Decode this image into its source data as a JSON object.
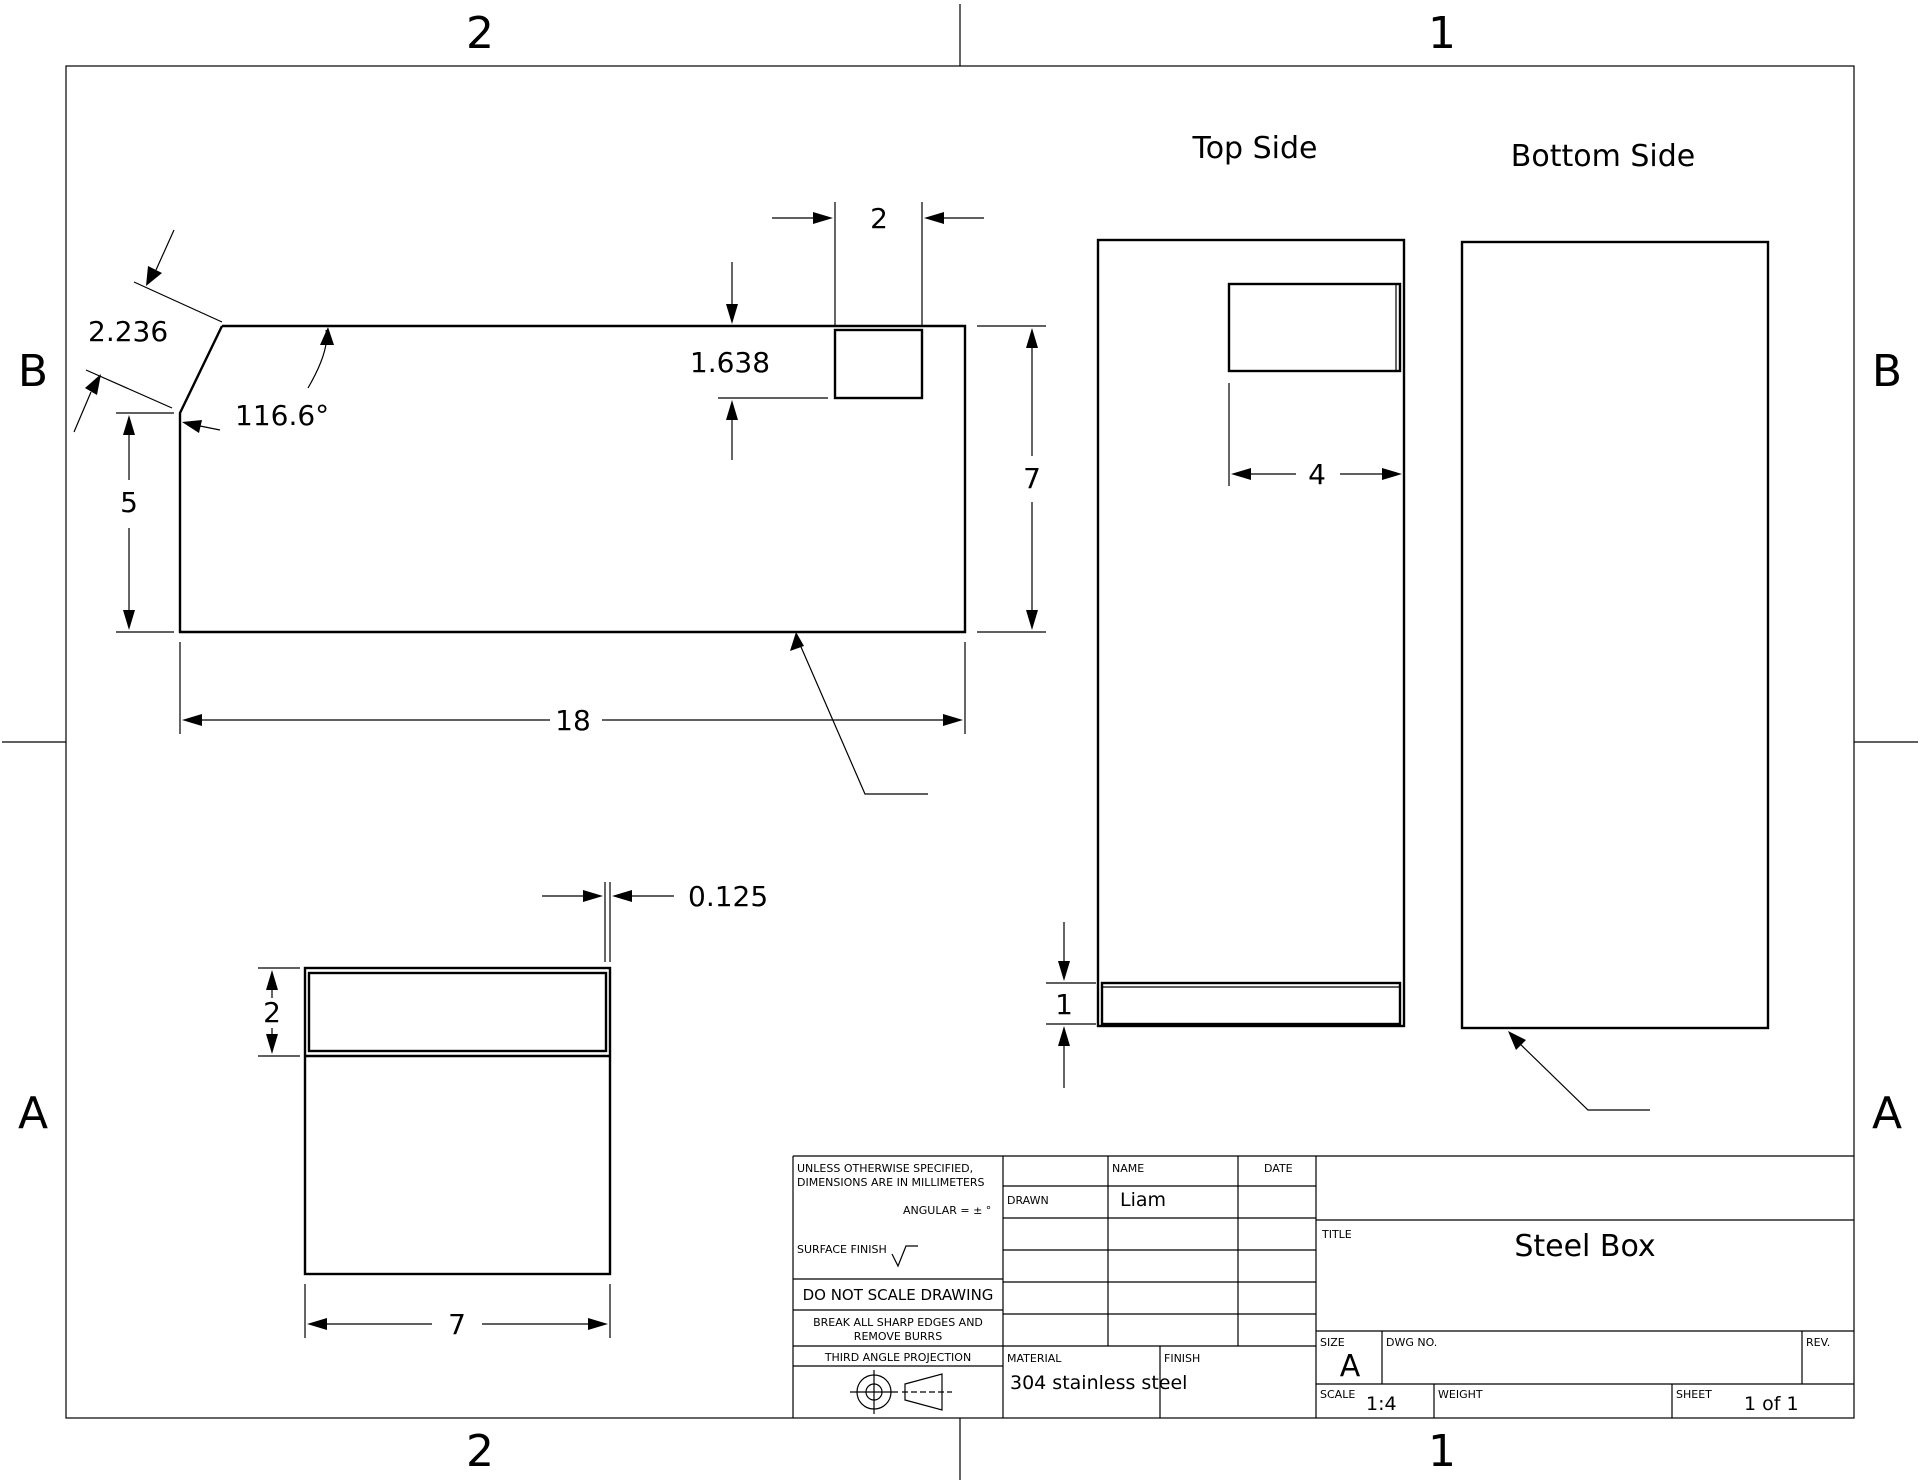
{
  "zones": {
    "top_left": "2",
    "top_right": "1",
    "bottom_left": "2",
    "bottom_right": "1",
    "left_upper": "B",
    "left_lower": "A",
    "right_upper": "B",
    "right_lower": "A"
  },
  "views": {
    "top_side": "Top Side",
    "bottom_side": "Bottom Side"
  },
  "dimensions": {
    "chamfer_length": "2.236",
    "chamfer_angle": "116.6°",
    "left_height": "5",
    "overall_length": "18",
    "overall_height": "7",
    "slot_width": "2",
    "slot_depth": "1.638",
    "top_slot_width": "4",
    "top_lip": "1",
    "end_wall": "0.125",
    "end_slot": "2",
    "end_width": "7"
  },
  "title_block": {
    "unless_line1": "UNLESS OTHERWISE SPECIFIED,",
    "unless_line2": "DIMENSIONS ARE IN MILLIMETERS",
    "angular": "ANGULAR = ± °",
    "surface_finish": "SURFACE FINISH",
    "do_not_scale": "DO NOT SCALE DRAWING",
    "break_edges_line1": "BREAK ALL SHARP EDGES AND",
    "break_edges_line2": "REMOVE BURRS",
    "third_angle": "THIRD ANGLE PROJECTION",
    "name_header": "NAME",
    "date_header": "DATE",
    "drawn_label": "DRAWN",
    "drawn_name": "Liam",
    "material_label": "MATERIAL",
    "material_value": "304 stainless steel",
    "finish_label": "FINISH",
    "title_label": "TITLE",
    "title_value": "Steel Box",
    "size_label": "SIZE",
    "size_value": "A",
    "dwg_no_label": "DWG NO.",
    "rev_label": "REV.",
    "scale_label": "SCALE",
    "scale_value": "1:4",
    "weight_label": "WEIGHT",
    "sheet_label": "SHEET",
    "sheet_value": "1 of 1"
  }
}
